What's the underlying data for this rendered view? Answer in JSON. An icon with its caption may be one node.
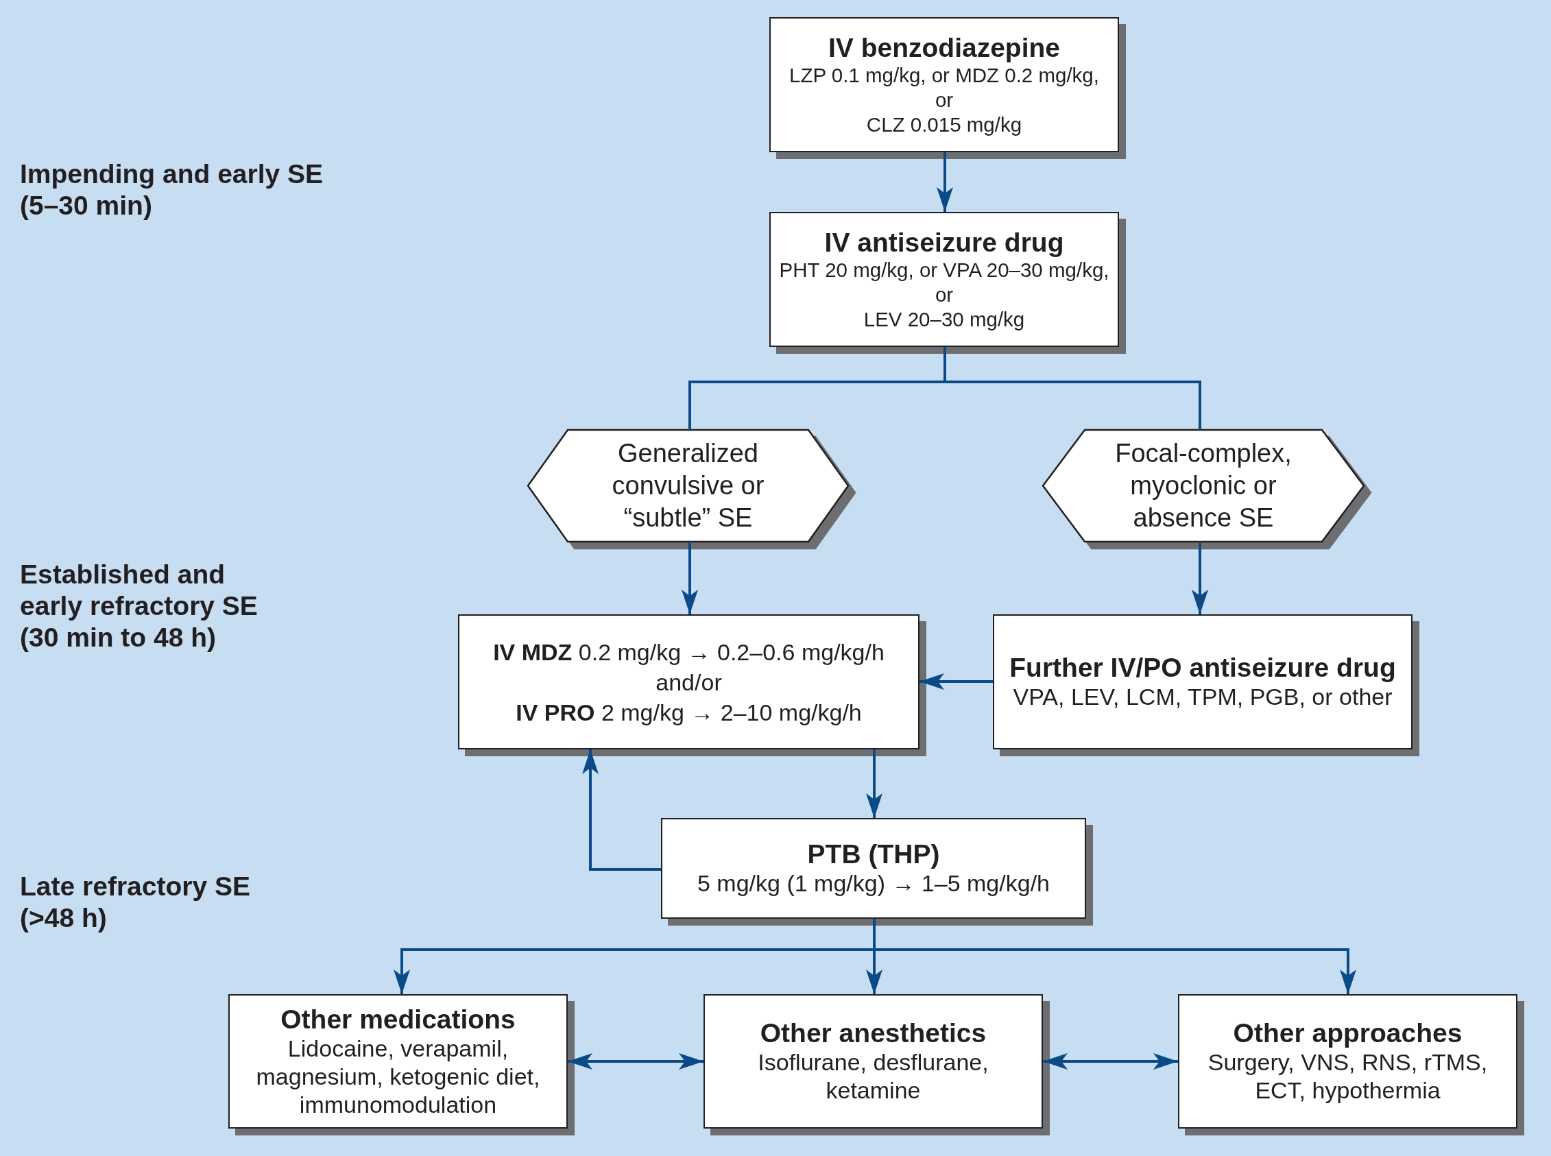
{
  "diagram": {
    "nodes": [
      {
        "text": [
          "IV benzodiazepine",
          "LZP 0.1 mg/kg, or MDZ 0.2 mg/kg, or CLZ 0.015 mg/kg"
        ]
      },
      {
        "text": [
          "IV antiseizure drug",
          "PHT 20 mg/kg, or VPA 20–30 mg/kg, or LEV 20–30 mg/kg"
        ]
      },
      {
        "text": [
          "Generalized convulsive or “subtle” SE"
        ]
      },
      {
        "text": [
          "Focal-complex, myoclonic or absence SE"
        ]
      },
      {
        "text": [
          "**IV MDZ** 0.2 mg/kg → 0.2–0.6 mg/kg/h and/or **IV PRO** 2 mg/kg → 2–10 mg/kg/h"
        ]
      },
      {
        "text": [
          "Further IV/PO antiseizure drug",
          "VPA, LEV, LCM, TPM, PGB, or other"
        ]
      },
      {
        "text": [
          "PTB (THP)",
          "5 mg/kg (1 mg/kg) → 1–5 mg/kg/h"
        ]
      },
      {
        "text": [
          "Other medications",
          "Lidocaine, verapamil, magnesium, ketogenic diet, immunomodulation"
        ]
      },
      {
        "text": [
          "Other anesthetics",
          "Isoflurane, desflurane, ketamine"
        ]
      },
      {
        "text": [
          "Other approaches",
          "Surgery, VNS, RNS, rTMS, ECT, hypothermia"
        ]
      }
    ],
    "edges": [
      {
        "from": 0,
        "to": 1,
        "arrow": "to"
      },
      {
        "from": 1,
        "to": 2,
        "arrow": "none"
      },
      {
        "from": 1,
        "to": 3,
        "arrow": "none"
      },
      {
        "from": 2,
        "to": 4,
        "arrow": "to"
      },
      {
        "from": 3,
        "to": 5,
        "arrow": "to"
      },
      {
        "from": 5,
        "to": 4,
        "arrow": "to"
      },
      {
        "from": 4,
        "to": 6,
        "arrow": "to"
      },
      {
        "from": 6,
        "to": 4,
        "arrow": "to"
      },
      {
        "from": 6,
        "to": 7,
        "arrow": "to"
      },
      {
        "from": 6,
        "to": 8,
        "arrow": "to"
      },
      {
        "from": 6,
        "to": 9,
        "arrow": "to"
      },
      {
        "from": 7,
        "to": 8,
        "arrow": "both"
      },
      {
        "from": 8,
        "to": 9,
        "arrow": "both"
      }
    ],
    "labels": [
      "Impending and early SE (5–30 min)",
      "Established and early refractory SE (30 min to 48 h)",
      "Late refractory SE (>48 h)"
    ]
  }
}
